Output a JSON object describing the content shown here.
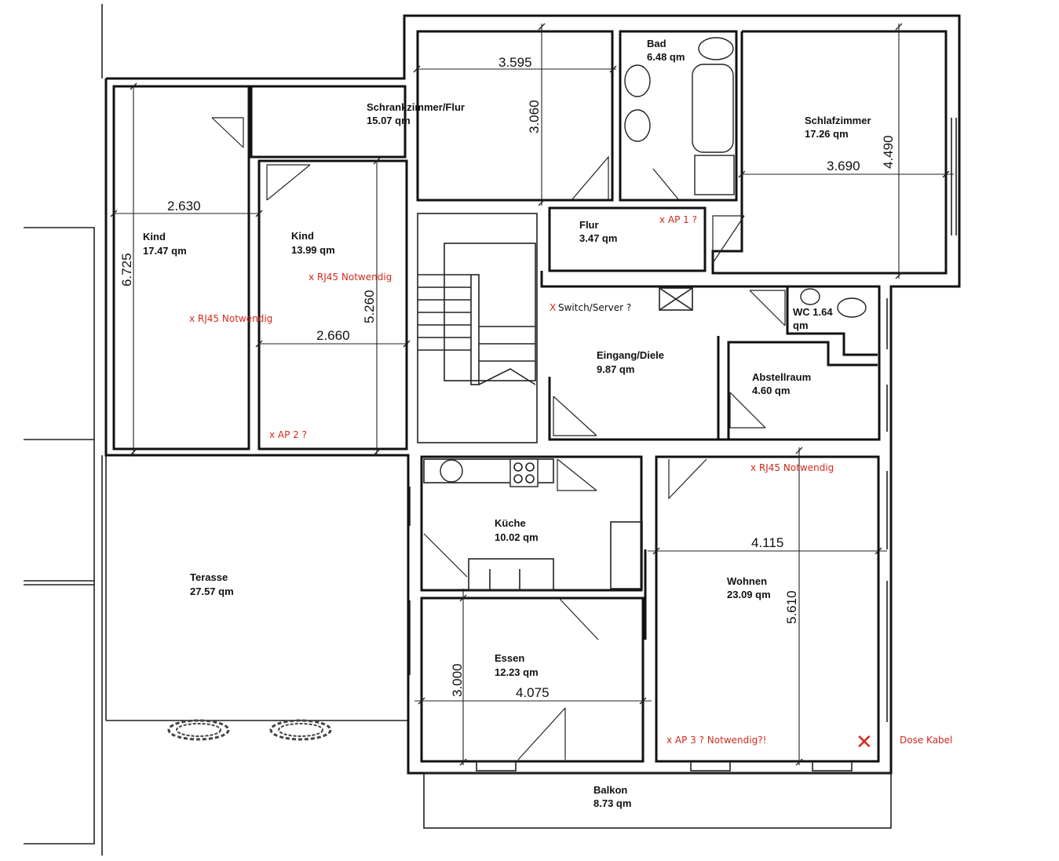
{
  "rooms": {
    "schrankzimmer": {
      "name": "Schrankzimmer/Flur",
      "area": "15.07 qm"
    },
    "bad": {
      "name": "Bad",
      "area": "6.48 qm"
    },
    "schlafzimmer": {
      "name": "Schlafzimmer",
      "area": "17.26 qm"
    },
    "kind1": {
      "name": "Kind",
      "area": "17.47 qm"
    },
    "kind2": {
      "name": "Kind",
      "area": "13.99 qm"
    },
    "flur": {
      "name": "Flur",
      "area": "3.47 qm"
    },
    "wc": {
      "name": "WC 1.64",
      "area": "qm"
    },
    "eingang": {
      "name": "Eingang/Diele",
      "area": "9.87 qm"
    },
    "abstellraum": {
      "name": "Abstellraum",
      "area": "4.60 qm"
    },
    "kueche": {
      "name": "Küche",
      "area": "10.02 qm"
    },
    "wohnen": {
      "name": "Wohnen",
      "area": "23.09 qm"
    },
    "terasse": {
      "name": "Terasse",
      "area": "27.57  qm"
    },
    "essen": {
      "name": "Essen",
      "area": "12.23 qm"
    },
    "balkon": {
      "name": "Balkon",
      "area": "8.73 qm"
    }
  },
  "dimensions": {
    "schrank_w": "3.595",
    "schrank_h": "3.060",
    "schlaf_w": "3.690",
    "schlaf_h": "4.490",
    "kind1_w": "2.630",
    "kind1_h": "6.725",
    "kind2_w": "2.660",
    "kind2_h": "5.260",
    "wohnen_w": "4.115",
    "wohnen_h": "5.610",
    "essen_w": "4.075",
    "essen_h": "3.000"
  },
  "annotations": {
    "ap1": "x AP 1 ?",
    "rj45_kind2": "x RJ45 Notwendig",
    "switch_x": "X",
    "switch": "Switch/Server ?",
    "rj45_kind1": "x RJ45 Notwendig",
    "ap2": "x AP 2 ?",
    "rj45_wohnen": "x RJ45 Notwendig",
    "ap3": "x AP 3 ? Notwendig?!",
    "dose_marker": "✕",
    "dose": "Dose Kabel"
  },
  "colors": {
    "annotation": "#d12a1e",
    "lines": "#111111",
    "background": "#ffffff"
  }
}
